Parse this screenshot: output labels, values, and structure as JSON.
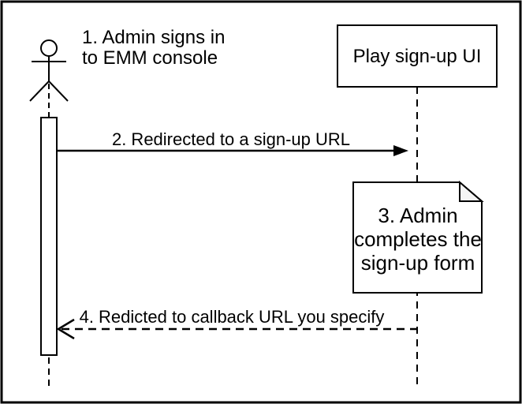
{
  "diagram": {
    "type": "uml-sequence",
    "colors": {
      "stroke": "#000000",
      "background": "#ffffff",
      "shape_fill": "#ffffff",
      "note_fold_fill": "#f5f5f5"
    },
    "actor": {
      "label_lines": [
        "1. Admin signs in",
        "to EMM console"
      ]
    },
    "participant": {
      "label": "Play sign-up UI"
    },
    "messages": [
      {
        "label": "2. Redirected to a sign-up URL",
        "line_style": "solid",
        "arrowhead": "filled",
        "direction": "left-to-right"
      },
      {
        "label": "4. Redicted to callback URL you specify",
        "line_style": "dashed",
        "arrowhead": "open",
        "direction": "right-to-left"
      }
    ],
    "note": {
      "label_lines": [
        "3. Admin",
        "completes the",
        "sign-up form"
      ]
    }
  }
}
